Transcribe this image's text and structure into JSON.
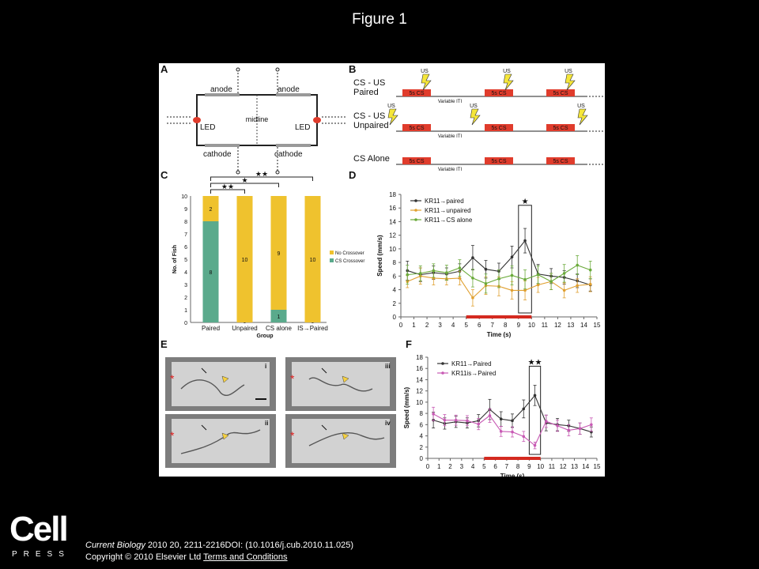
{
  "slide_title": "Figure 1",
  "citation": {
    "journal": "Current Biology",
    "details": "2010 20, 2211-2216DOI: (10.1016/j.cub.2010.11.025)",
    "copyright": "Copyright © 2010 Elsevier Ltd",
    "terms_link": "Terms and Conditions"
  },
  "logo": {
    "word": "Cell",
    "press": "PRESS"
  },
  "panel_letters": [
    "A",
    "B",
    "C",
    "D",
    "E",
    "F"
  ],
  "panel_a": {
    "anode_label": "anode",
    "cathode_label": "cathode",
    "led_label": "LED",
    "midline_label": "midline",
    "led_color": "#e03c2c"
  },
  "panel_b": {
    "rows": [
      {
        "label_lines": [
          "CS - US",
          "Paired"
        ],
        "us_positions": [
          "paired",
          "paired",
          "paired"
        ]
      },
      {
        "label_lines": [
          "CS - US",
          "Unpaired"
        ],
        "us_positions": [
          "before",
          "before",
          "after"
        ]
      },
      {
        "label_lines": [
          "CS Alone"
        ],
        "us_positions": []
      }
    ],
    "cs_label": "5s CS",
    "us_label": "US",
    "iti_label": "Variable ITI",
    "cs_color": "#e03c2c",
    "us_color": "#f5e63a"
  },
  "chart_data": [
    {
      "panel": "C",
      "type": "bar",
      "stacked": true,
      "categories": [
        "Paired",
        "Unpaired",
        "CS alone",
        "IS→Paired"
      ],
      "series": [
        {
          "name": "CS Crossover",
          "values": [
            8,
            0,
            1,
            0
          ],
          "color": "#5aaa8c"
        },
        {
          "name": "No Crossover",
          "values": [
            2,
            10,
            9,
            10
          ],
          "color": "#efc22e"
        }
      ],
      "ylabel": "No. of Fish",
      "xlabel": "Group",
      "ylim": [
        0,
        10
      ],
      "yticks": [
        0,
        1,
        2,
        3,
        4,
        5,
        6,
        7,
        8,
        9,
        10
      ],
      "significance": [
        {
          "from": 0,
          "to": 1,
          "label": "★★"
        },
        {
          "from": 0,
          "to": 2,
          "label": "★"
        },
        {
          "from": 0,
          "to": 3,
          "label": "★★"
        }
      ],
      "legend_position": "right"
    },
    {
      "panel": "D",
      "type": "line",
      "x": [
        0.5,
        1.5,
        2.5,
        3.5,
        4.5,
        5.5,
        6.5,
        7.5,
        8.5,
        9.5,
        10.5,
        11.5,
        12.5,
        13.5,
        14.5
      ],
      "series": [
        {
          "name": "KR11→paired",
          "color": "#333333",
          "values": [
            6.8,
            6.2,
            6.5,
            6.3,
            6.7,
            8.7,
            7.0,
            6.7,
            8.8,
            11.2,
            6.3,
            6.0,
            5.8,
            5.3,
            4.7
          ],
          "errors": [
            1.4,
            1.0,
            1.0,
            0.9,
            1.1,
            1.8,
            1.3,
            1.2,
            1.6,
            1.8,
            1.4,
            1.1,
            1.0,
            1.0,
            0.9
          ]
        },
        {
          "name": "KR11→unpaired",
          "color": "#e0a030",
          "values": [
            5.2,
            6.0,
            5.7,
            5.6,
            5.7,
            2.8,
            4.6,
            4.5,
            3.9,
            3.9,
            4.7,
            5.2,
            3.9,
            4.6,
            4.8
          ],
          "errors": [
            0.9,
            1.2,
            1.0,
            0.9,
            1.0,
            1.2,
            1.3,
            1.4,
            1.3,
            1.4,
            1.1,
            1.2,
            1.1,
            1.0,
            1.1
          ]
        },
        {
          "name": "KR11→CS alone",
          "color": "#6aaa3a",
          "values": [
            6.2,
            6.4,
            6.8,
            6.5,
            7.2,
            5.7,
            4.9,
            5.6,
            6.1,
            5.5,
            6.2,
            5.2,
            6.4,
            7.6,
            6.9
          ],
          "errors": [
            1.4,
            1.1,
            1.0,
            1.1,
            1.2,
            1.3,
            1.4,
            1.3,
            1.4,
            1.4,
            1.3,
            1.2,
            1.3,
            1.4,
            1.3
          ]
        }
      ],
      "xlabel": "Time (s)",
      "ylabel": "Speed (mm/s)",
      "xlim": [
        0,
        15
      ],
      "ylim": [
        0,
        18
      ],
      "xticks": [
        0,
        1,
        2,
        3,
        4,
        5,
        6,
        7,
        8,
        9,
        10,
        11,
        12,
        13,
        14,
        15
      ],
      "yticks": [
        0,
        2,
        4,
        6,
        8,
        10,
        12,
        14,
        16,
        18
      ],
      "cs_bar": [
        5,
        10
      ],
      "highlight": [
        9,
        10
      ],
      "highlight_label": "★",
      "legend_position": "top-left"
    },
    {
      "panel": "F",
      "type": "line",
      "x": [
        0.5,
        1.5,
        2.5,
        3.5,
        4.5,
        5.5,
        6.5,
        7.5,
        8.5,
        9.5,
        10.5,
        11.5,
        12.5,
        13.5,
        14.5
      ],
      "series": [
        {
          "name": "KR11→Paired",
          "color": "#333333",
          "values": [
            6.8,
            6.2,
            6.5,
            6.3,
            6.7,
            8.7,
            7.0,
            6.7,
            8.8,
            11.2,
            6.3,
            6.0,
            5.8,
            5.3,
            4.7
          ],
          "errors": [
            1.4,
            1.0,
            1.0,
            0.9,
            1.1,
            1.8,
            1.3,
            1.2,
            1.6,
            1.8,
            1.4,
            1.1,
            1.0,
            1.0,
            0.9
          ]
        },
        {
          "name": "KR11is→Paired",
          "color": "#c85ab4",
          "values": [
            7.9,
            6.8,
            6.8,
            6.7,
            6.1,
            7.6,
            4.8,
            4.7,
            3.9,
            2.3,
            6.6,
            5.8,
            5.0,
            5.3,
            6.0
          ],
          "errors": [
            1.2,
            1.0,
            0.9,
            0.9,
            1.0,
            1.2,
            0.9,
            0.9,
            0.9,
            0.6,
            1.1,
            1.0,
            1.0,
            1.0,
            1.2
          ]
        }
      ],
      "xlabel": "Time (s)",
      "ylabel": "Speed (mm/s)",
      "xlim": [
        0,
        15
      ],
      "ylim": [
        0,
        18
      ],
      "xticks": [
        0,
        1,
        2,
        3,
        4,
        5,
        6,
        7,
        8,
        9,
        10,
        11,
        12,
        13,
        14,
        15
      ],
      "yticks": [
        0,
        2,
        4,
        6,
        8,
        10,
        12,
        14,
        16,
        18
      ],
      "cs_bar": [
        5,
        10
      ],
      "highlight": [
        9,
        10
      ],
      "highlight_label": "★★",
      "legend_position": "top-left"
    }
  ],
  "panel_e": {
    "images": [
      {
        "label": "i"
      },
      {
        "label": "iii"
      },
      {
        "label": "ii"
      },
      {
        "label": "iv"
      }
    ],
    "asterisk": "*",
    "asterisk_color": "#e02020",
    "arrowhead_color": "#f5d040"
  }
}
